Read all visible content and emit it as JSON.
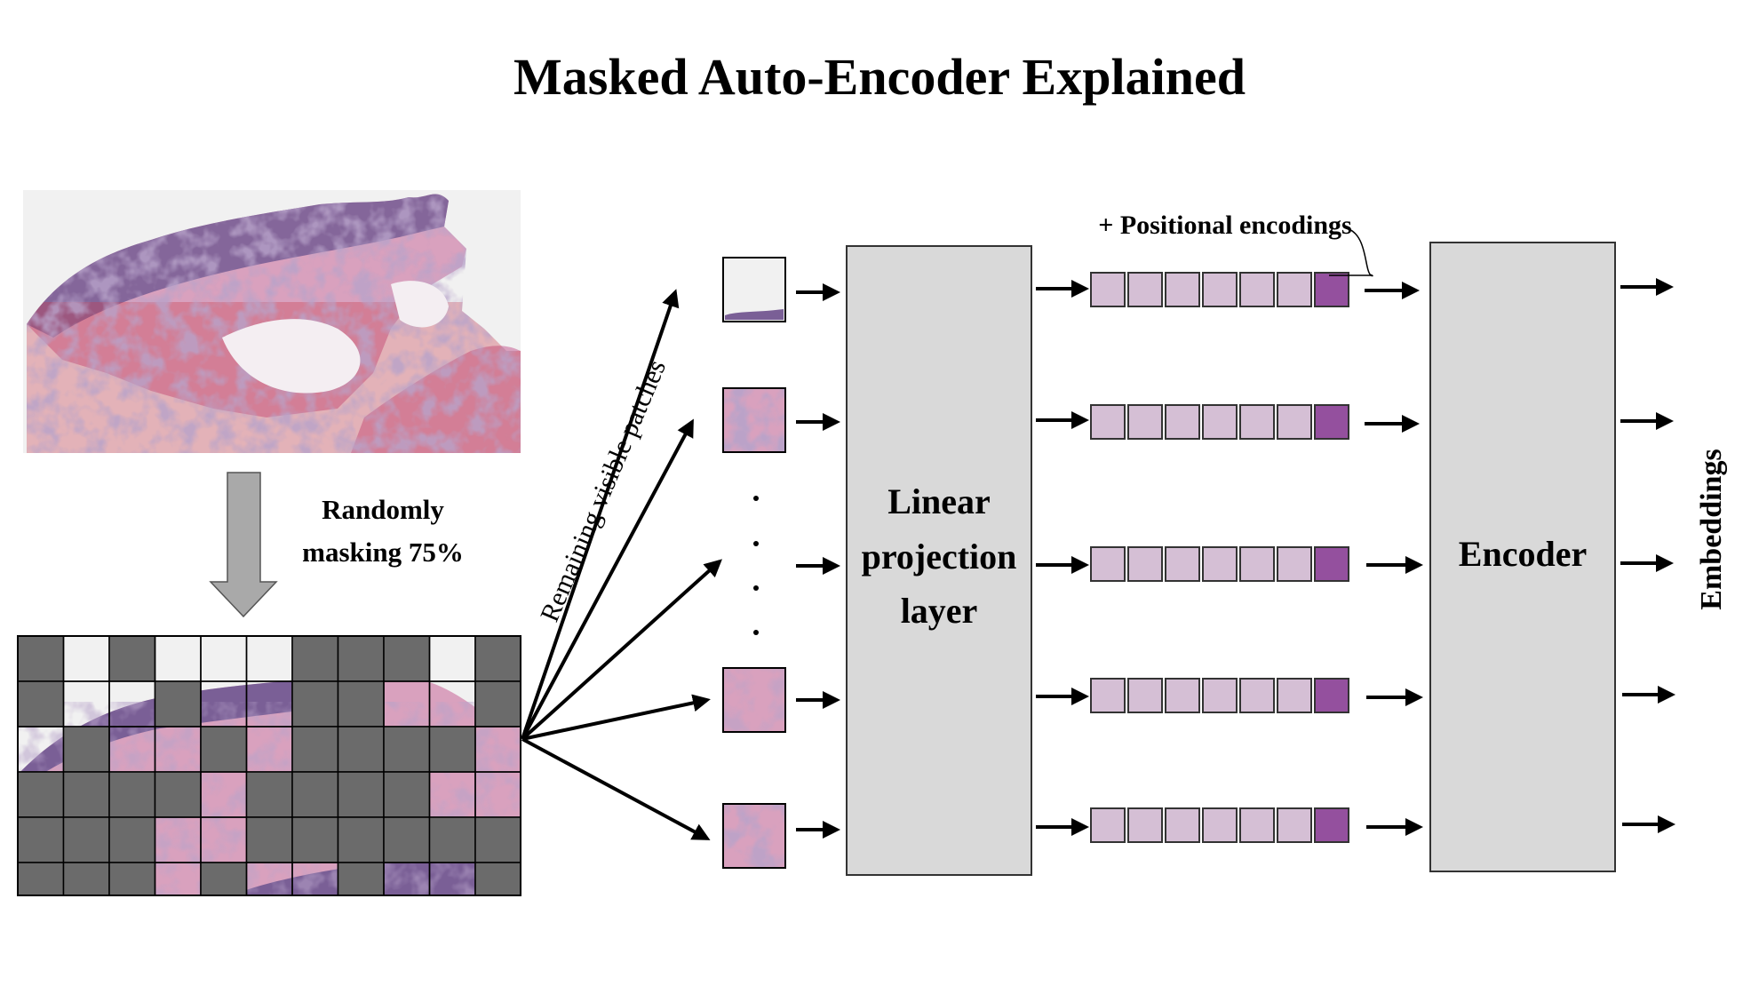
{
  "title": "Masked Auto-Encoder Explained",
  "labels": {
    "masking": [
      "Randomly",
      "masking 75%"
    ],
    "remaining": "Remaining visible patches",
    "linear": [
      "Linear",
      "projection",
      "layer"
    ],
    "positional": "+ Positional encodings",
    "encoder": "Encoder",
    "embeddings": "Embeddings"
  },
  "masking_ratio": 0.75,
  "grid": {
    "rows": 6,
    "cols": 11,
    "visible_cells": [
      [
        0,
        1
      ],
      [
        0,
        3
      ],
      [
        0,
        4
      ],
      [
        0,
        5
      ],
      [
        0,
        9
      ],
      [
        1,
        1
      ],
      [
        1,
        2
      ],
      [
        1,
        4
      ],
      [
        1,
        5
      ],
      [
        1,
        8
      ],
      [
        1,
        9
      ],
      [
        2,
        0
      ],
      [
        2,
        2
      ],
      [
        2,
        3
      ],
      [
        2,
        5
      ],
      [
        2,
        10
      ],
      [
        3,
        4
      ],
      [
        3,
        9
      ],
      [
        3,
        10
      ],
      [
        4,
        3
      ],
      [
        4,
        4
      ],
      [
        5,
        3
      ],
      [
        5,
        5
      ],
      [
        5,
        6
      ],
      [
        5,
        8
      ],
      [
        5,
        9
      ]
    ]
  },
  "token_rows": 5,
  "tokens_per_row": 7,
  "colors": {
    "mask": "#6b6b6b",
    "block": "#d9d9d9",
    "token": "#d5bfd5",
    "pos_token": "#94509e",
    "tissue_pink": "#d9a1be",
    "tissue_purple": "#7a5f96",
    "background_slide": "#f1f1f1"
  }
}
